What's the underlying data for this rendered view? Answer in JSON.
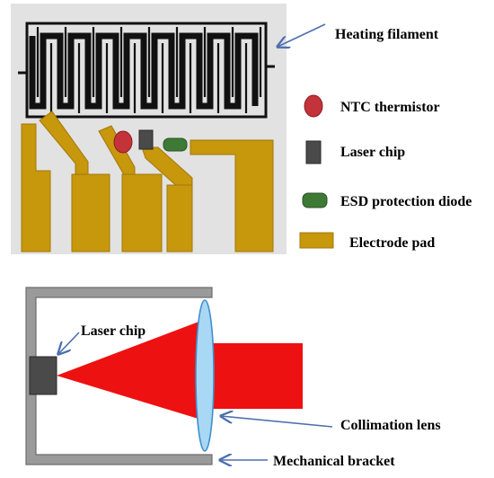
{
  "colors": {
    "substrate": "#e2e2e2",
    "filament": "#111111",
    "electrode": "#c7970c",
    "electrode_stroke": "#a27808",
    "thermistor": "#c4323a",
    "laser_chip": "#4a4a4a",
    "esd_diode": "#3e7a36",
    "arrow": "#4d6fae",
    "beam": "#ee1111",
    "lens": "#a9d8f4",
    "lens_stroke": "#3f8fd0",
    "bracket": "#9a9a9a",
    "bracket_stroke": "#6d6d6d"
  },
  "top_panel": {
    "labels": {
      "heating_filament": "Heating filament",
      "ntc_thermistor": "NTC thermistor",
      "laser_chip": "Laser chip",
      "esd_diode": "ESD protection diode",
      "electrode_pad": "Electrode pad"
    }
  },
  "bottom_panel": {
    "labels": {
      "laser_chip": "Laser chip",
      "collimation_lens": "Collimation lens",
      "mechanical_bracket": "Mechanical bracket"
    }
  }
}
